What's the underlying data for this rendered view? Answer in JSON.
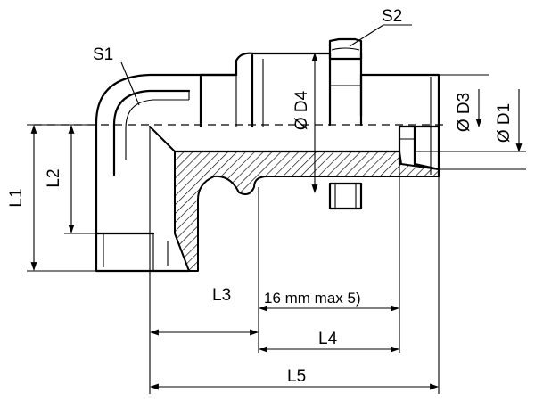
{
  "labels": {
    "s1": "S1",
    "s2": "S2",
    "l1": "L1",
    "l2": "L2",
    "l3": "L3",
    "l4": "L4",
    "l5": "L5",
    "d1": "Ø D1",
    "d3": "Ø D3",
    "d4": "Ø D4",
    "note": "16 mm max 5)"
  }
}
